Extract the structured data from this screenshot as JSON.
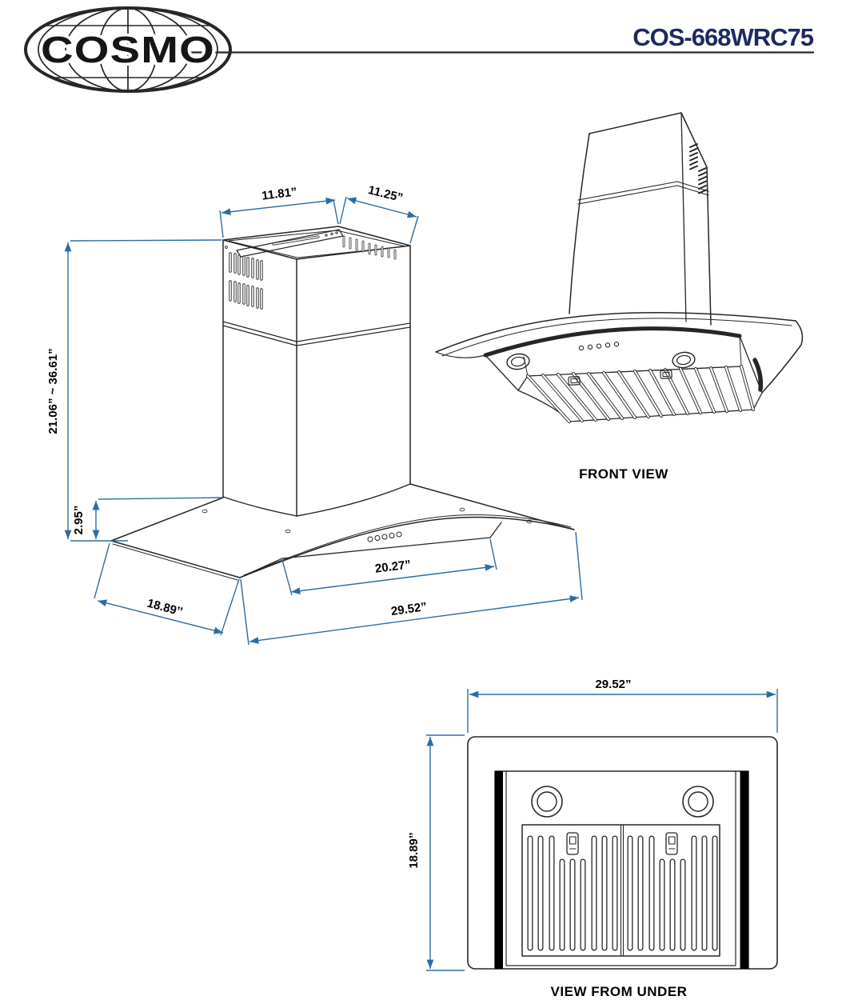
{
  "colors": {
    "dimension_blue": "#2d6ca3",
    "drawing_black": "#262626",
    "model_navy": "#1d2a5f"
  },
  "header": {
    "brand": "COSMO",
    "model": "COS-668WRC75"
  },
  "isometric_view": {
    "dim_chimney_width": "11.81”",
    "dim_chimney_depth": "11.25”",
    "dim_height_range": "21.06” ~ 36.61”",
    "dim_glass_to_body": "2.95”",
    "dim_panel_width": "20.27”",
    "dim_hood_depth": "18.89’’",
    "dim_hood_width": "29.52”"
  },
  "front_view": {
    "label": "FRONT VIEW"
  },
  "bottom_view": {
    "label": "VIEW FROM UNDER",
    "dim_width": "29.52”",
    "dim_depth": "18.89’’"
  }
}
